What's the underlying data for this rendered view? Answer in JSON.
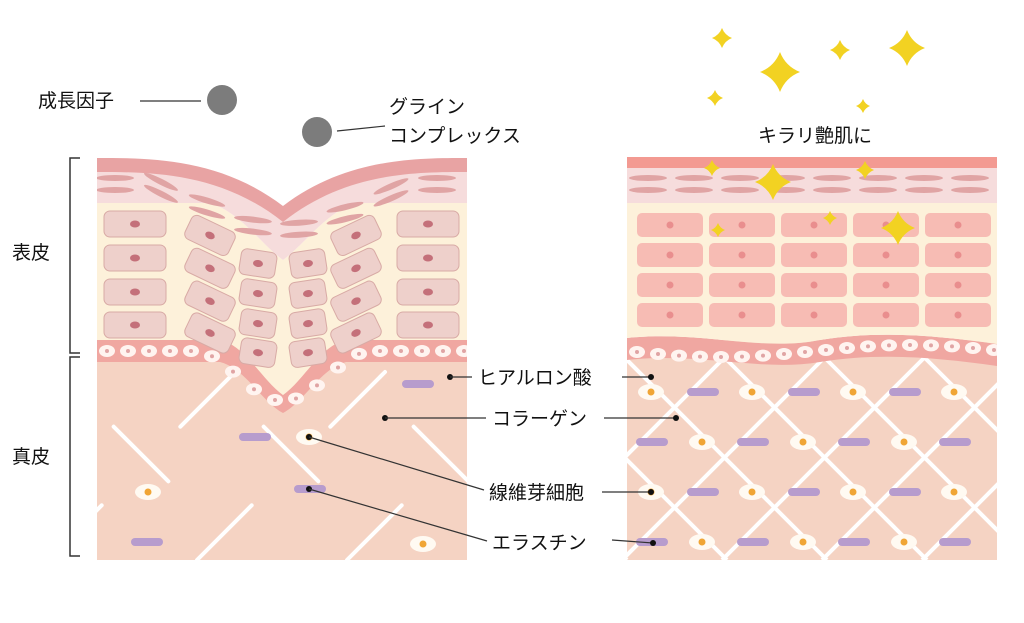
{
  "labels": {
    "growth_factor": "成長因子",
    "gc_line1": "グライン",
    "gc_line2": "コンプレックス",
    "shiny_skin": "キラリ艶肌に",
    "epidermis": "表皮",
    "dermis": "真皮",
    "hyaluronic": "ヒアルロン酸",
    "collagen": "コラーゲン",
    "fibroblast": "線維芽細胞",
    "elastin": "エラスチン"
  },
  "colors": {
    "surface": "#e8a3a3",
    "surface_right": "#f39a92",
    "stratum_band": "#f6dcdc",
    "flat_cell": "#e0a4a4",
    "spinous_bg": "#fdf1da",
    "cell_left": "#eed0cb",
    "cell_left_stroke": "#d8aaa5",
    "nucleus_left": "#c4707a",
    "cell_right": "#f7bcb4",
    "nucleus_right": "#e98e8e",
    "basal_band": "#f0a7a1",
    "basal_cell": "#fff4f0",
    "dermis": "#f5d3c3",
    "fiber": "#ffffff",
    "elastin": "#b79ccd",
    "fibroblast_fill": "#fffaf2",
    "fibroblast_nucleus": "#f0a535",
    "molecule": "#7c7c7c",
    "sparkle": "#f2d222",
    "bracket": "#333333"
  }
}
